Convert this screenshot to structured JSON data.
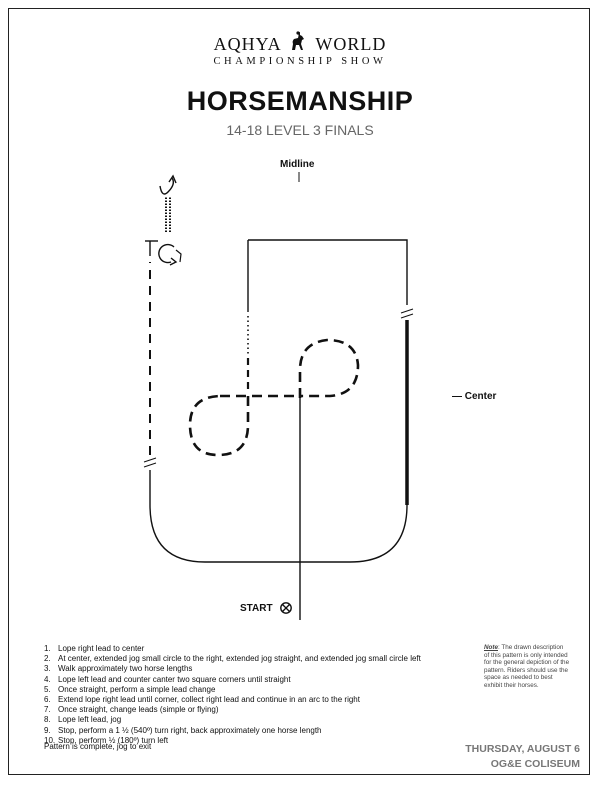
{
  "header": {
    "logo_left": "AQHYA",
    "logo_right": "WORLD",
    "logo_sub": "CHAMPIONSHIP SHOW",
    "title": "HORSEMANSHIP",
    "subtitle": "14-18 LEVEL 3 FINALS"
  },
  "diagram": {
    "midline_label": "Midline",
    "center_label": "— Center",
    "start_label": "START",
    "start_icon": "circle-x-icon"
  },
  "instructions": [
    {
      "num": "1.",
      "text": "Lope right lead to center"
    },
    {
      "num": "2.",
      "text": "At center, extended jog small circle to the right, extended jog straight, and extended jog small circle left"
    },
    {
      "num": "3.",
      "text": "Walk approximately two horse lengths"
    },
    {
      "num": "4.",
      "text": "Lope left lead and counter canter two square corners until straight"
    },
    {
      "num": "5.",
      "text": "Once straight, perform a simple lead change"
    },
    {
      "num": "6.",
      "text": "Extend lope right lead until corner, collect right lead and continue in an arc to the right"
    },
    {
      "num": "7.",
      "text": "Once straight, change leads (simple or flying)"
    },
    {
      "num": "8.",
      "text": "Lope left lead, jog"
    },
    {
      "num": "9.",
      "text": "Stop, perform a 1 ½ (540º) turn right, back approximately one horse length"
    },
    {
      "num": "10.",
      "text": "Stop, perform ½ (180º) turn left"
    }
  ],
  "final_line": "Pattern is complete, jog to exit",
  "note": {
    "label": "Note",
    "text": ": The drawn description of this pattern is only intended for the general depiction of the pattern. Riders should use the space as needed to best exhibit their horses."
  },
  "footer": {
    "date": "THURSDAY, AUGUST 6",
    "venue": "OG&E COLISEUM"
  }
}
